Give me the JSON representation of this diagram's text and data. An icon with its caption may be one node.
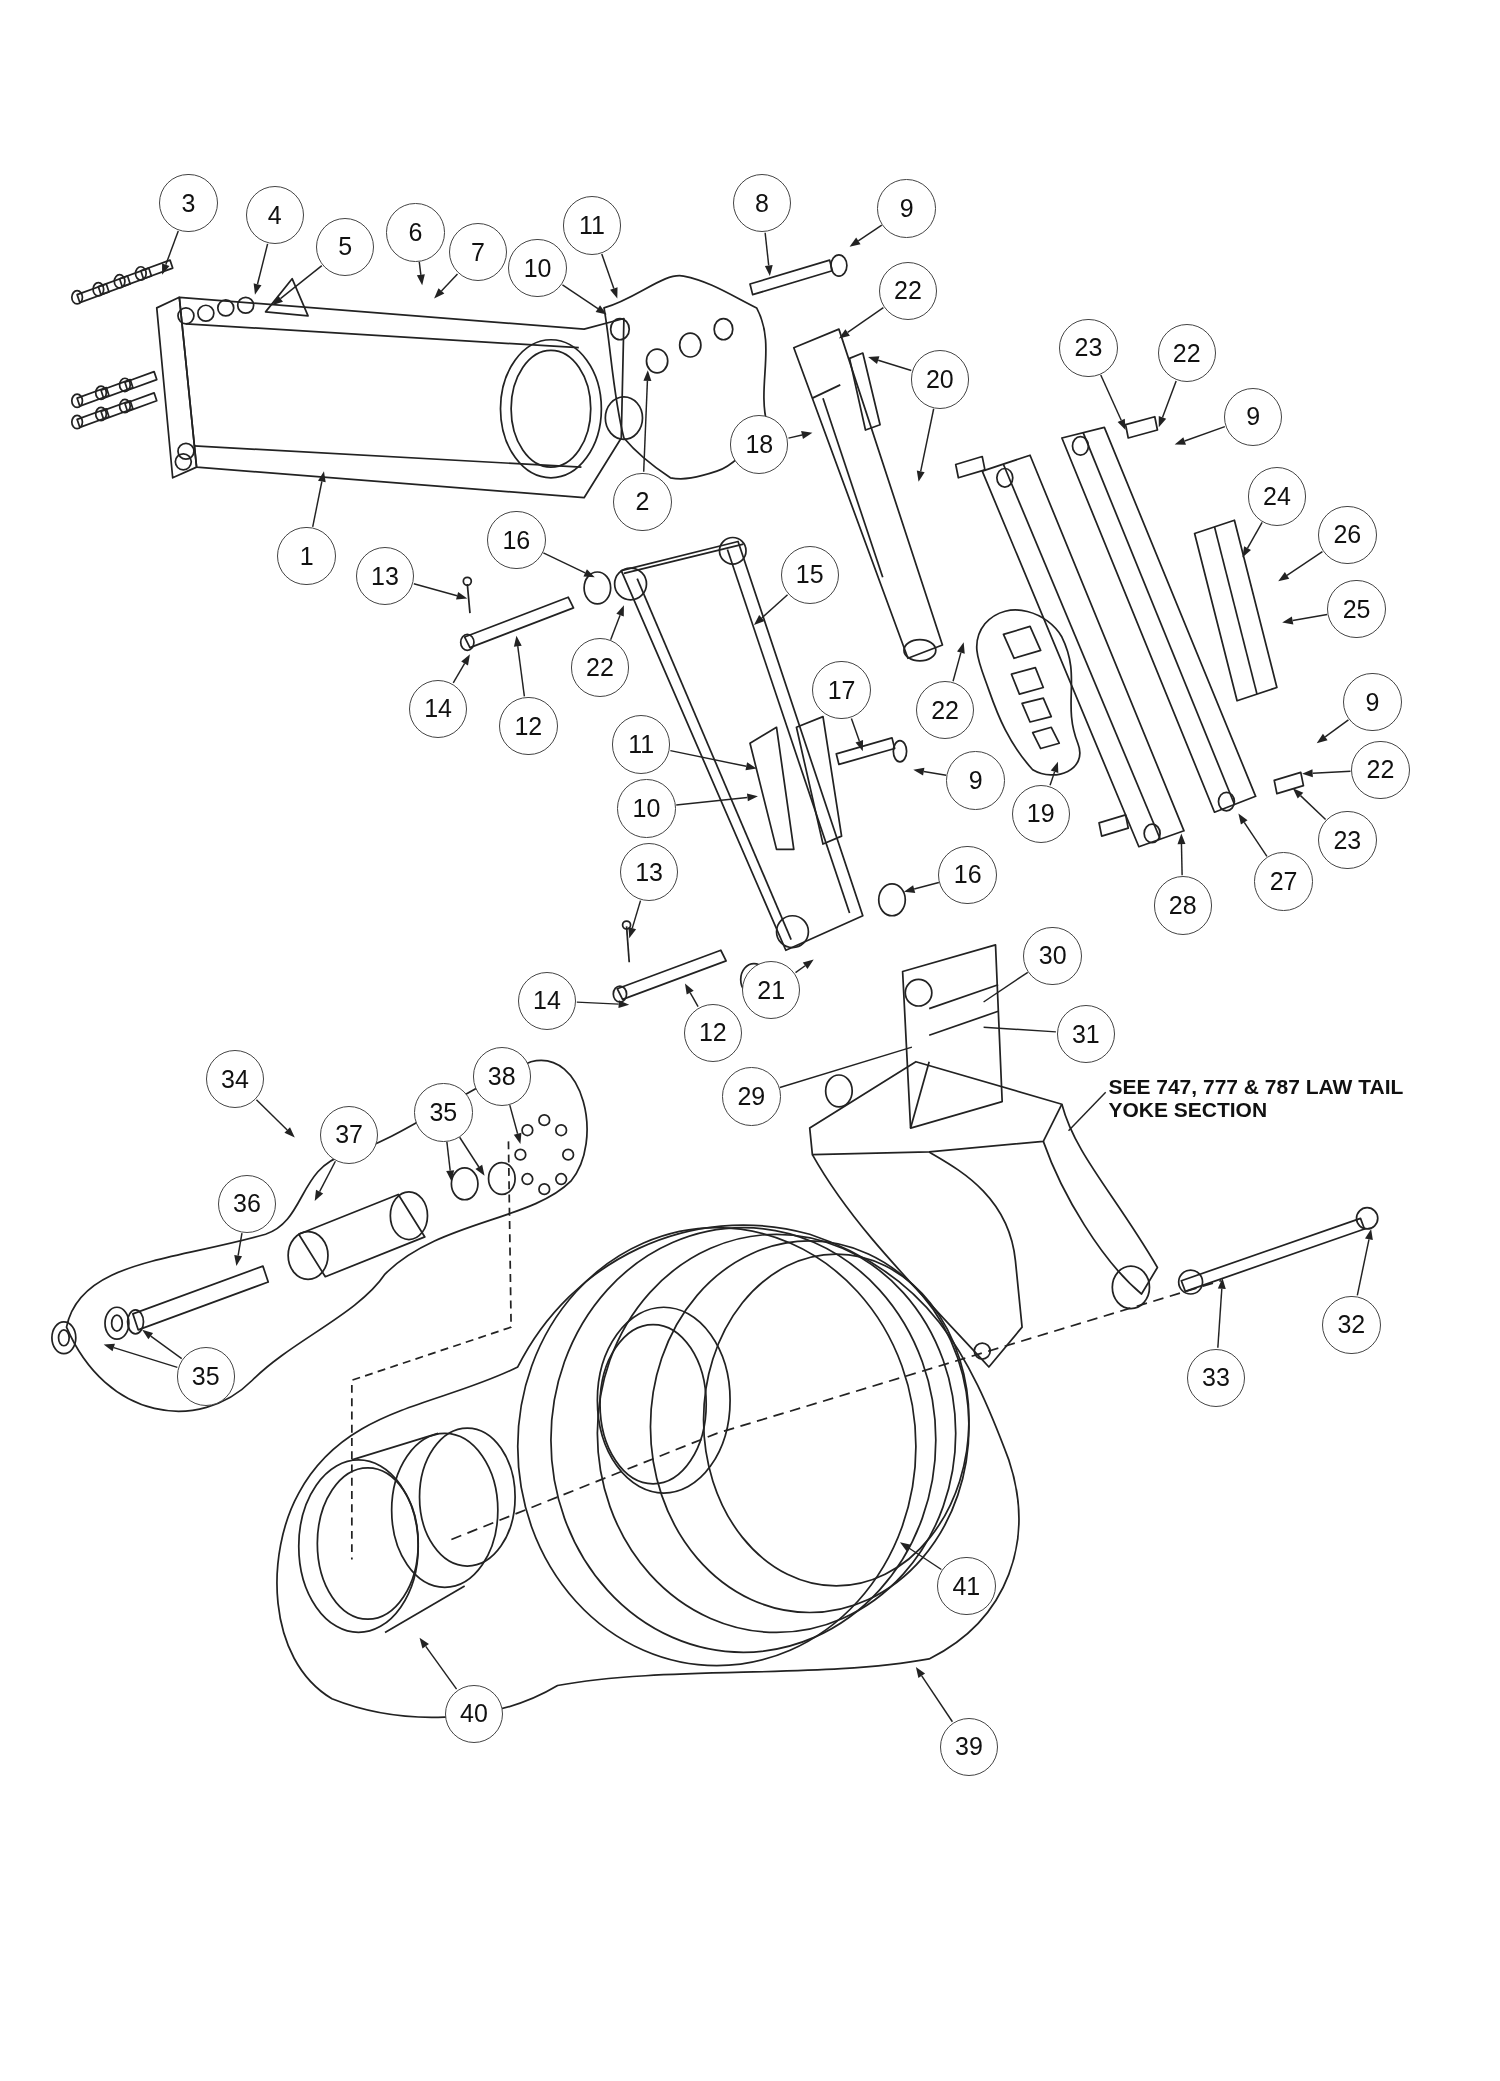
{
  "diagram": {
    "nodes": [
      {
        "text": [
          "3"
        ]
      },
      {
        "text": [
          "4"
        ]
      },
      {
        "text": [
          "5"
        ]
      },
      {
        "text": [
          "6"
        ]
      },
      {
        "text": [
          "7"
        ]
      },
      {
        "text": [
          "11"
        ]
      },
      {
        "text": [
          "10"
        ]
      },
      {
        "text": [
          "8"
        ]
      },
      {
        "text": [
          "9"
        ]
      },
      {
        "text": [
          "22"
        ]
      },
      {
        "text": [
          "20"
        ]
      },
      {
        "text": [
          "18"
        ]
      },
      {
        "text": [
          "2"
        ]
      },
      {
        "text": [
          "1"
        ]
      },
      {
        "text": [
          "23"
        ]
      },
      {
        "text": [
          "22"
        ]
      },
      {
        "text": [
          "9"
        ]
      },
      {
        "text": [
          "16"
        ]
      },
      {
        "text": [
          "13"
        ]
      },
      {
        "text": [
          "15"
        ]
      },
      {
        "text": [
          "24"
        ]
      },
      {
        "text": [
          "26"
        ]
      },
      {
        "text": [
          "25"
        ]
      },
      {
        "text": [
          "22"
        ]
      },
      {
        "text": [
          "14"
        ]
      },
      {
        "text": [
          "12"
        ]
      },
      {
        "text": [
          "17"
        ]
      },
      {
        "text": [
          "22"
        ]
      },
      {
        "text": [
          "11"
        ]
      },
      {
        "text": [
          "10"
        ]
      },
      {
        "text": [
          "9"
        ]
      },
      {
        "text": [
          "19"
        ]
      },
      {
        "text": [
          "9"
        ]
      },
      {
        "text": [
          "22"
        ]
      },
      {
        "text": [
          "23"
        ]
      },
      {
        "text": [
          "16"
        ]
      },
      {
        "text": [
          "28"
        ]
      },
      {
        "text": [
          "27"
        ]
      },
      {
        "text": [
          "13"
        ]
      },
      {
        "text": [
          "30"
        ]
      },
      {
        "text": [
          "14"
        ]
      },
      {
        "text": [
          "21"
        ]
      },
      {
        "text": [
          "12"
        ]
      },
      {
        "text": [
          "31"
        ]
      },
      {
        "text": [
          "29"
        ]
      },
      {
        "text": [
          "SEE 747, 777 & 787 LAW TAIL YOKE SECTION"
        ]
      },
      {
        "text": [
          "34"
        ]
      },
      {
        "text": [
          "38"
        ]
      },
      {
        "text": [
          "35"
        ]
      },
      {
        "text": [
          "37"
        ]
      },
      {
        "text": [
          "36"
        ]
      },
      {
        "text": [
          "35"
        ]
      },
      {
        "text": [
          "32"
        ]
      },
      {
        "text": [
          "33"
        ]
      },
      {
        "text": [
          "41"
        ]
      },
      {
        "text": [
          "40"
        ]
      },
      {
        "text": [
          "39"
        ]
      }
    ],
    "edges": [
      {
        "from": 0,
        "to": null,
        "arrow": "to"
      },
      {
        "from": 1,
        "to": null,
        "arrow": "to"
      },
      {
        "from": 2,
        "to": null,
        "arrow": "to"
      },
      {
        "from": 3,
        "to": null,
        "arrow": "to"
      },
      {
        "from": 4,
        "to": null,
        "arrow": "to"
      },
      {
        "from": 5,
        "to": null,
        "arrow": "to"
      },
      {
        "from": 6,
        "to": null,
        "arrow": "to"
      },
      {
        "from": 7,
        "to": null,
        "arrow": "to"
      },
      {
        "from": 8,
        "to": null,
        "arrow": "to"
      },
      {
        "from": 9,
        "to": null,
        "arrow": "to"
      },
      {
        "from": 10,
        "to": null,
        "arrow": "to"
      },
      {
        "from": 10,
        "to": null,
        "arrow": "to"
      },
      {
        "from": 11,
        "to": null,
        "arrow": "to"
      },
      {
        "from": 12,
        "to": null,
        "arrow": "to"
      },
      {
        "from": 13,
        "to": null,
        "arrow": "to"
      },
      {
        "from": 14,
        "to": null,
        "arrow": "to"
      },
      {
        "from": 15,
        "to": null,
        "arrow": "to"
      },
      {
        "from": 16,
        "to": null,
        "arrow": "to"
      },
      {
        "from": 17,
        "to": null,
        "arrow": "to"
      },
      {
        "from": 18,
        "to": null,
        "arrow": "to"
      },
      {
        "from": 19,
        "to": null,
        "arrow": "to"
      },
      {
        "from": 20,
        "to": null,
        "arrow": "to"
      },
      {
        "from": 21,
        "to": null,
        "arrow": "to"
      },
      {
        "from": 22,
        "to": null,
        "arrow": "to"
      },
      {
        "from": 23,
        "to": null,
        "arrow": "to"
      },
      {
        "from": 24,
        "to": null,
        "arrow": "to"
      },
      {
        "from": 25,
        "to": null,
        "arrow": "to"
      },
      {
        "from": 26,
        "to": null,
        "arrow": "to"
      },
      {
        "from": 27,
        "to": null,
        "arrow": "to"
      },
      {
        "from": 28,
        "to": null,
        "arrow": "to"
      },
      {
        "from": 29,
        "to": null,
        "arrow": "to"
      },
      {
        "from": 30,
        "to": null,
        "arrow": "to"
      },
      {
        "from": 31,
        "to": null,
        "arrow": "to"
      },
      {
        "from": 32,
        "to": null,
        "arrow": "to"
      },
      {
        "from": 33,
        "to": null,
        "arrow": "to"
      },
      {
        "from": 34,
        "to": null,
        "arrow": "to"
      },
      {
        "from": 35,
        "to": null,
        "arrow": "to"
      },
      {
        "from": 36,
        "to": null,
        "arrow": "to"
      },
      {
        "from": 37,
        "to": null,
        "arrow": "to"
      },
      {
        "from": 38,
        "to": null,
        "arrow": "to"
      },
      {
        "from": 39,
        "to": null,
        "arrow": "none"
      },
      {
        "from": 40,
        "to": null,
        "arrow": "to"
      },
      {
        "from": 41,
        "to": null,
        "arrow": "to"
      },
      {
        "from": 42,
        "to": null,
        "arrow": "to"
      },
      {
        "from": 43,
        "to": null,
        "arrow": "none"
      },
      {
        "from": 44,
        "to": null,
        "arrow": "none"
      },
      {
        "from": 45,
        "to": null,
        "arrow": "none"
      },
      {
        "from": 46,
        "to": null,
        "arrow": "to"
      },
      {
        "from": 47,
        "to": null,
        "arrow": "to"
      },
      {
        "from": 48,
        "to": null,
        "arrow": "to"
      },
      {
        "from": 48,
        "to": null,
        "arrow": "to"
      },
      {
        "from": 49,
        "to": null,
        "arrow": "to"
      },
      {
        "from": 50,
        "to": null,
        "arrow": "to"
      },
      {
        "from": 51,
        "to": null,
        "arrow": "to"
      },
      {
        "from": 51,
        "to": null,
        "arrow": "to"
      },
      {
        "from": 52,
        "to": null,
        "arrow": "to"
      },
      {
        "from": 53,
        "to": null,
        "arrow": "to"
      },
      {
        "from": 54,
        "to": null,
        "arrow": "to"
      },
      {
        "from": 55,
        "to": null,
        "arrow": "to"
      },
      {
        "from": 56,
        "to": null,
        "arrow": "to"
      }
    ]
  }
}
